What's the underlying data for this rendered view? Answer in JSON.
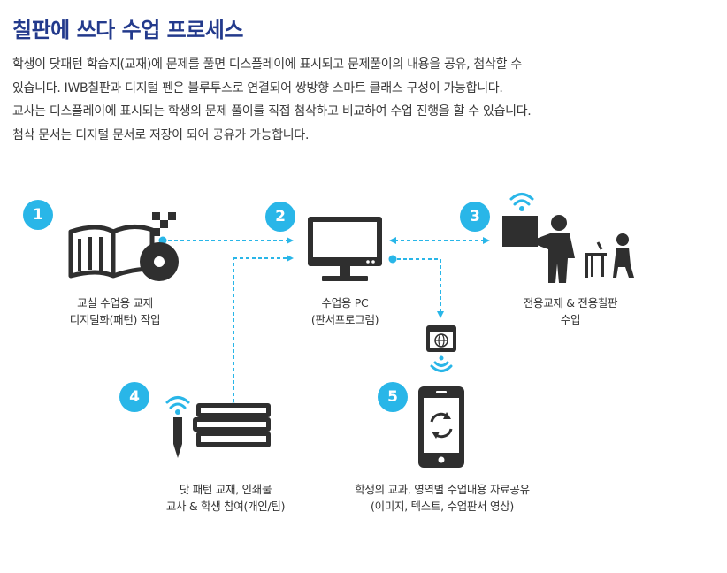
{
  "title": "칠판에 쓰다 수업 프로세스",
  "description": [
    "학생이 닷패턴 학습지(교재)에 문제를 풀면 디스플레이에 표시되고 문제풀이의 내용을 공유, 첨삭할 수",
    "있습니다. IWB칠판과 디지털 펜은 블루투스로 연결되어 쌍방향 스마트 클래스 구성이 가능합니다.",
    "교사는 디스플레이에 표시되는 학생의 문제 풀이를 직접 첨삭하고 비교하여 수업 진행을 할 수 있습니다.",
    "첨삭 문서는 디지털 문서로 저장이 되어 공유가 가능합니다."
  ],
  "steps": [
    {
      "num": "1",
      "lines": [
        "교실 수업용 교재",
        "디지털화(패턴) 작업"
      ],
      "icon": "book-cd-icon"
    },
    {
      "num": "2",
      "lines": [
        "수업용 PC",
        "(판서프로그램)"
      ],
      "icon": "monitor-icon"
    },
    {
      "num": "3",
      "lines": [
        "전용교재 & 전용칠판",
        "수업"
      ],
      "icon": "teacher-board-icon"
    },
    {
      "num": "4",
      "lines": [
        "닷 패턴 교재, 인쇄물",
        "교사 & 학생 참여(개인/팀)"
      ],
      "icon": "books-pen-icon"
    },
    {
      "num": "5",
      "lines": [
        "학생의 교과, 영역별 수업내용 자료공유",
        "(이미지, 텍스트, 수업판서 영상)"
      ],
      "icon": "smartphone-sync-icon"
    }
  ],
  "colors": {
    "accent": "#29b6e8",
    "title": "#233a8c",
    "icon": "#2f2f2f"
  }
}
